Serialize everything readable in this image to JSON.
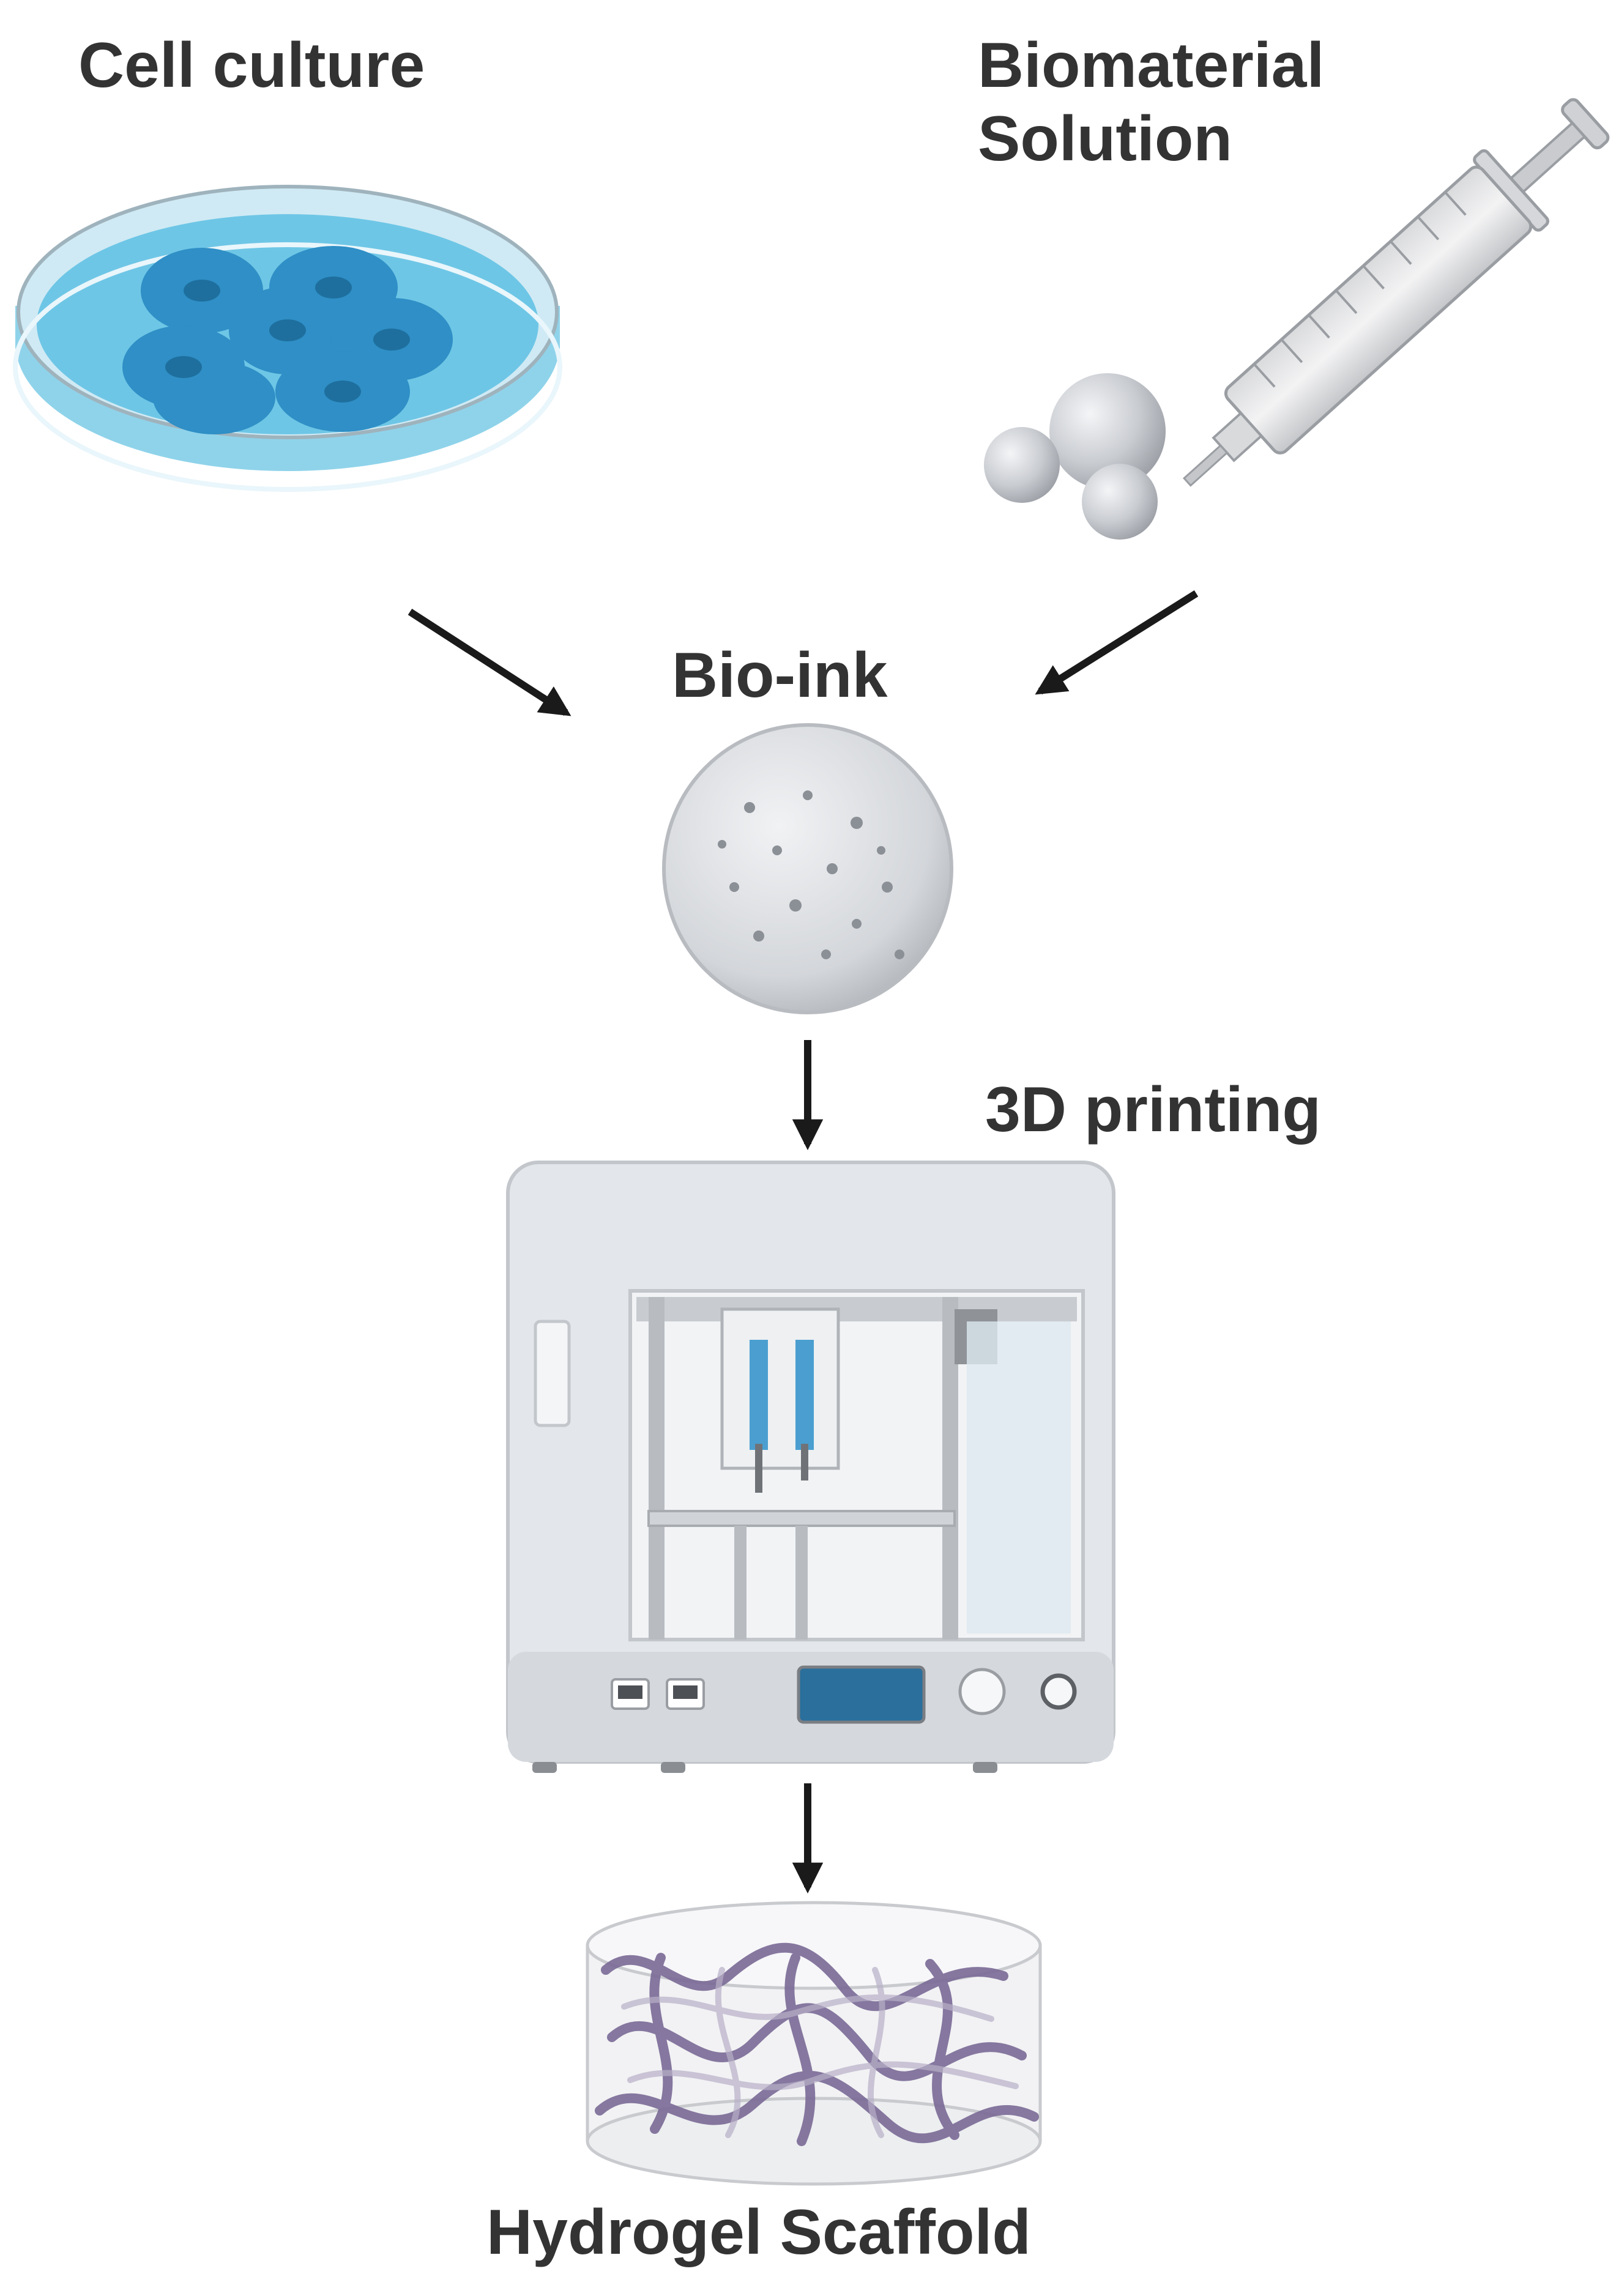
{
  "labels": {
    "cell_culture": "Cell culture",
    "biomaterial_line1": "Biomaterial",
    "biomaterial_line2": "Solution",
    "bio_ink": "Bio-ink",
    "printing": "3D printing",
    "hydrogel_scaffold": "Hydrogel Scaffold"
  },
  "colors": {
    "text": "#333333",
    "arrow": "#1a1a1a",
    "culture_liquid": "#7fcfe8",
    "cells": "#2d8fc4",
    "printer_body": "#e3e6ea",
    "scaffold_fiber": "#7a6a96"
  }
}
